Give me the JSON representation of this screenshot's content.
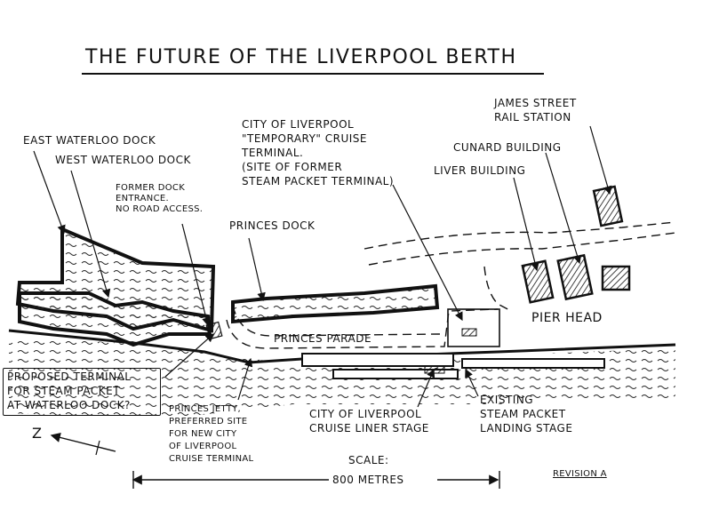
{
  "title": "THE FUTURE OF THE LIVERPOOL BERTH",
  "labels": {
    "east_waterloo": "EAST WATERLOO DOCK",
    "west_waterloo": "WEST WATERLOO DOCK",
    "former_entrance": "FORMER DOCK\nENTRANCE.\nNO ROAD ACCESS.",
    "princes_dock": "PRINCES DOCK",
    "temp_terminal": "CITY OF LIVERPOOL\n\"TEMPORARY\" CRUISE\nTERMINAL.\n(SITE OF FORMER\nSTEAM PACKET TERMINAL)",
    "james_street": "JAMES STREET\nRAIL STATION",
    "cunard": "CUNARD BUILDING",
    "liver": "LIVER BUILDING",
    "pier_head": "PIER HEAD",
    "princes_parade": "PRINCES PARADE",
    "proposed_terminal": "PROPOSED TERMINAL\nFOR STEAM PACKET\nAT WATERLOO DOCK?",
    "princes_jetty": "PRINCES JETTY,\nPREFERRED SITE\nFOR NEW CITY\nOF LIVERPOOL\nCRUISE TERMINAL",
    "liner_stage": "CITY OF LIVERPOOL\nCRUISE LINER STAGE",
    "landing_stage": "EXISTING\nSTEAM PACKET\nLANDING STAGE",
    "scale_title": "SCALE:",
    "scale_value": "800 METRES",
    "north_letter": "Z",
    "revision": "REVISION A"
  },
  "colors": {
    "ink": "#111111",
    "paper": "#ffffff"
  }
}
